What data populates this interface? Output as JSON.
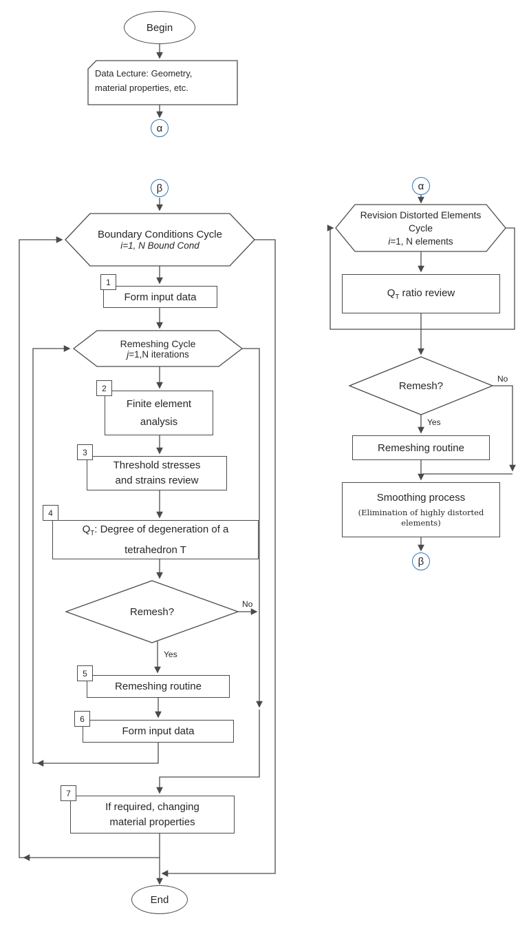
{
  "meta": {
    "title": "Remeshing algorithm flowchart"
  },
  "colors": {
    "line": "#4a4a4a",
    "connector_circle": "#2e75b6",
    "text": "#262626",
    "shape_fill": "#ffffff"
  },
  "top": {
    "begin_label": "Begin",
    "card_line1": "Data Lecture: Geometry,",
    "card_line2": "material properties, etc.",
    "alpha_label": "α"
  },
  "left": {
    "beta_label": "β",
    "bc_hex_line1": "Boundary Conditions Cycle",
    "bc_hex_line2": "i=1, N Bound Cond",
    "step1_num": "1",
    "step1_label": "Form input data",
    "rc_hex_line1": "Remeshing Cycle",
    "rc_hex_var": "j",
    "rc_hex_rest": "=1,N iterations",
    "step2_num": "2",
    "step2_line1": "Finite element",
    "step2_line2": "analysis",
    "step3_num": "3",
    "step3_line1": "Threshold stresses",
    "step3_line2": "and strains review",
    "step4_num": "4",
    "step4_q": "Q",
    "step4_sub": "T",
    "step4_line1_rest": ": Degree of degeneration of a",
    "step4_line2": "tetrahedron T",
    "decision_label": "Remesh?",
    "no_label": "No",
    "yes_label": "Yes",
    "step5_num": "5",
    "step5_label": "Remeshing routine",
    "step6_num": "6",
    "step6_label": "Form input data",
    "step7_num": "7",
    "step7_line1": "If required, changing",
    "step7_line2": "material properties",
    "end_label": "End"
  },
  "right": {
    "alpha_label": "α",
    "rd_hex_line1": "Revision Distorted Elements",
    "rd_hex_line2": "Cycle",
    "rd_hex_var": "i",
    "rd_hex_rest": "=1, N elements",
    "qt_q": "Q",
    "qt_sub": "T",
    "qt_rest": " ratio review",
    "decision_label": "Remesh?",
    "no_label": "No",
    "yes_label": "Yes",
    "routine_label": "Remeshing routine",
    "smoothing_line1": "Smoothing process",
    "smoothing_line2": "(Elimination of highly distorted",
    "smoothing_line3": "elements)",
    "beta_label": "β"
  }
}
